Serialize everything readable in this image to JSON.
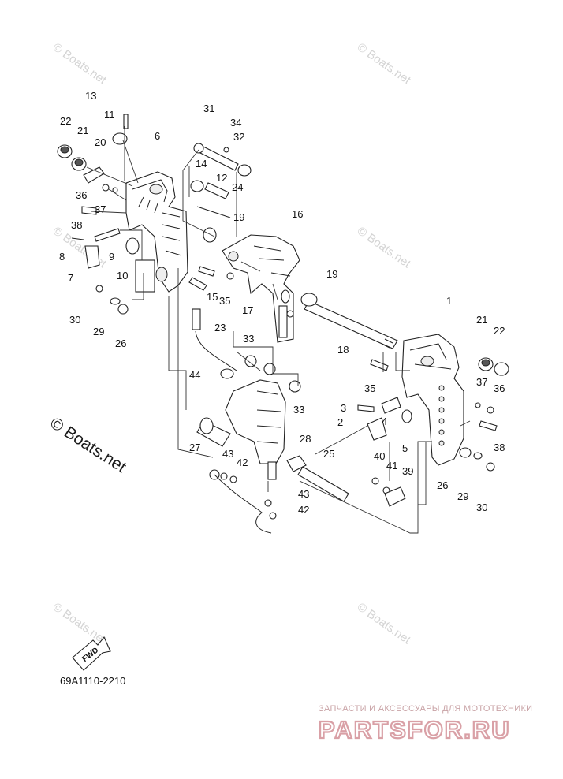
{
  "watermark": "© Boats.net",
  "drawing_code": "69A1110-2210",
  "fwd_label": "FWD",
  "brand": {
    "tagline": "ЗАПЧАСТИ И АКСЕССУАРЫ ДЛЯ МОТОТЕХНИКИ",
    "name": "PARTSFOR.RU"
  },
  "part_numbers": [
    "1",
    "2",
    "3",
    "4",
    "5",
    "6",
    "7",
    "8",
    "9",
    "10",
    "11",
    "12",
    "13",
    "14",
    "15",
    "16",
    "17",
    "18",
    "19",
    "19",
    "20",
    "21",
    "21",
    "22",
    "22",
    "23",
    "24",
    "25",
    "26",
    "26",
    "27",
    "28",
    "29",
    "29",
    "30",
    "30",
    "31",
    "32",
    "33",
    "33",
    "34",
    "35",
    "35",
    "36",
    "36",
    "37",
    "37",
    "38",
    "38",
    "39",
    "40",
    "41",
    "42",
    "42",
    "43",
    "43",
    "44"
  ]
}
